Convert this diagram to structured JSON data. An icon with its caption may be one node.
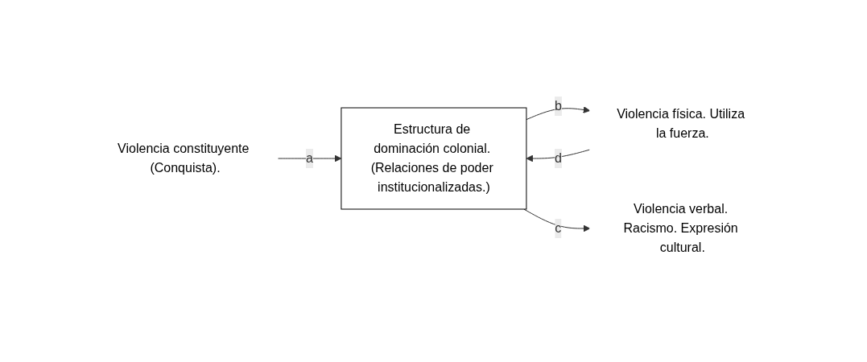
{
  "diagram": {
    "nodes": [
      {
        "text": [
          "Violencia constituyente (Conquista)."
        ]
      },
      {
        "text": [
          "Violencia física. Utiliza la fuerza."
        ]
      },
      {
        "text": [
          "Estructura de dominación colonial. (Relaciones de poder institucionalizadas.)"
        ]
      },
      {
        "text": [
          "Violencia verbal. Racismo. Expresión cultural."
        ]
      }
    ],
    "edges": [
      {
        "from": 0,
        "to": 2,
        "arrow": "to",
        "label": "a"
      },
      {
        "from": 2,
        "to": 1,
        "arrow": "to",
        "label": "b"
      },
      {
        "from": 2,
        "to": 3,
        "arrow": "to",
        "label": "c"
      },
      {
        "from": 1,
        "to": 2,
        "arrow": "to",
        "label": "d"
      }
    ]
  }
}
